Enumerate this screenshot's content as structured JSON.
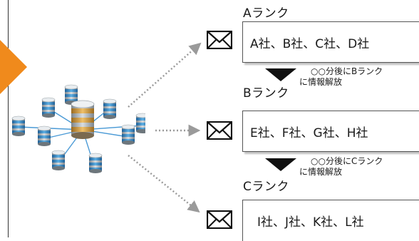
{
  "ranks": [
    {
      "label": "Aランク",
      "companies": "A社、B社、C社、D社"
    },
    {
      "label": "Bランク",
      "companies": "E社、F社、G社、H社"
    },
    {
      "label": "Cランク",
      "companies": "I社、J社、K社、L社"
    }
  ],
  "notes": [
    {
      "line1": "○○分後にBランク",
      "line2": "に情報解放"
    },
    {
      "line1": "○○分後にCランク",
      "line2": "に情報解放"
    }
  ],
  "icons": {
    "envelope": "envelope-icon",
    "database": "database-icon",
    "arrow": "orange-arrow-icon"
  },
  "colors": {
    "orange": "#f08a1c",
    "db_blue": "#2f7fb8",
    "db_gold": "#c89436",
    "dot_arrow": "#9a9a9a"
  }
}
